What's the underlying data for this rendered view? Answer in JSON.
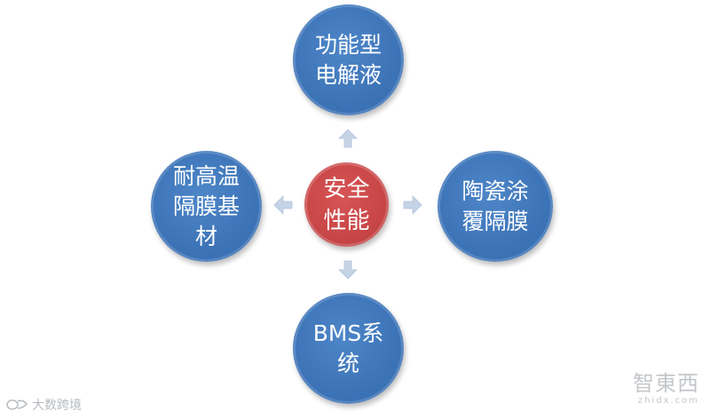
{
  "diagram": {
    "center": {
      "label": "安全\n性能"
    },
    "nodes": {
      "top": {
        "label": "功能型\n电解液"
      },
      "left": {
        "label": "耐高温\n隔膜基\n材"
      },
      "right": {
        "label": "陶瓷涂\n覆隔膜"
      },
      "bottom": {
        "label": "BMS系\n统"
      }
    }
  },
  "watermarks": {
    "bottom_left": "大数跨境",
    "bottom_right_brand": "智東西",
    "bottom_right_domain": "zhidx.com"
  },
  "colors": {
    "node_blue": "#3d74b8",
    "center_red": "#c84647",
    "arrow": "#c5d3e6"
  }
}
